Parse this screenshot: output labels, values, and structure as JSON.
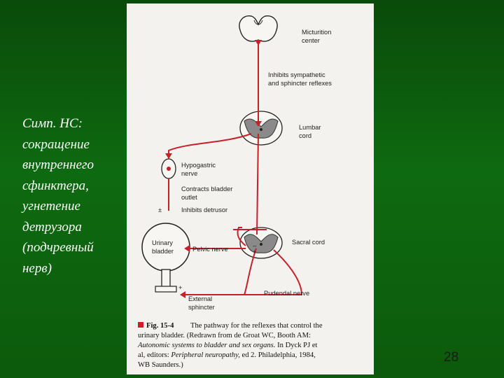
{
  "slide": {
    "text_lines": [
      "Симп. НС:",
      "сокращение",
      "внутреннего",
      "сфинктера,",
      "угнетение",
      "детрузора",
      "(подчревный",
      "нерв)"
    ],
    "page_number": "28"
  },
  "figure": {
    "labels": {
      "micturition_1": "Micturition",
      "micturition_2": "center",
      "inhibits_symp_1": "Inhibits sympathetic",
      "inhibits_symp_2": "and sphincter reflexes",
      "lumbar_1": "Lumbar",
      "lumbar_2": "cord",
      "hypogastric_1": "Hypogastric",
      "hypogastric_2": "nerve",
      "contracts_1": "Contracts bladder",
      "contracts_2": "outlet",
      "inhibits_detrusor": "Inhibits detrusor",
      "urinary_1": "Urinary",
      "urinary_2": "bladder",
      "pelvic": "Pelvic nerve",
      "sacral": "Sacral cord",
      "pudendal": "Pudendal nerve",
      "external_1": "External",
      "external_2": "sphincter",
      "plus_minus": "±",
      "plus": "+",
      "minus": "–"
    },
    "caption": {
      "fig_label": "Fig. 15-4",
      "line1": "The pathway for the reflexes that control the",
      "line2": "urinary bladder. (Redrawn from de Groat WC, Booth AM:",
      "line3_italic": "Autonomic systems to bladder and sex organs.",
      "line3_rest": " In Dyck PJ et",
      "line4_start": "al, editors: ",
      "line4_italic": "Peripheral neuropathy,",
      "line4_rest": " ed 2. Philadelphia, 1984,",
      "line5": "WB Saunders.)"
    },
    "colors": {
      "nerve": "#c8202a",
      "tissue": "#8a8a8a",
      "caption_marker": "#c8202a"
    }
  }
}
